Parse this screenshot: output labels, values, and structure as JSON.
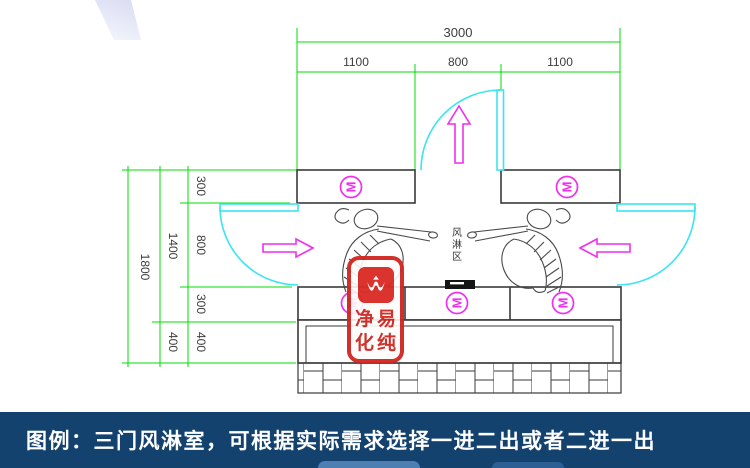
{
  "drawing": {
    "dims_top": [
      "3000",
      "1100",
      "800",
      "1100"
    ],
    "dims_left_inner": [
      "300",
      "800",
      "300",
      "400"
    ],
    "dims_left_mid": [
      "1400",
      "400"
    ],
    "dims_left_outer": [
      "1800"
    ],
    "motor_label": "M",
    "zone_chars": [
      "风",
      "淋",
      "区"
    ],
    "colors": {
      "dimension_green": "#00dc00",
      "door_cyan": "#3be4f2",
      "motor_magenta": "#ee2fee",
      "wall_dark": "#3a3a3a",
      "caption_navy": "#14426f",
      "stamp_red": "#d02823"
    }
  },
  "stamp": {
    "chars": [
      "净",
      "易",
      "化",
      "纯"
    ]
  },
  "caption": {
    "text": "图例：三门风淋室，可根据实际需求选择一进二出或者二进一出"
  }
}
